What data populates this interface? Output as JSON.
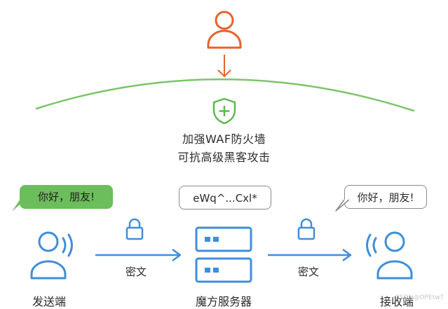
{
  "waf": {
    "line1": "加强WAF防火墙",
    "line2": "可抗高级黑客攻击"
  },
  "sender": {
    "message": "你好，朋友!",
    "label": "发送端"
  },
  "server": {
    "cipher": "eWq^...Cxl*",
    "label": "魔方服务器"
  },
  "receiver": {
    "message": "你好，朋友!",
    "label": "接收端"
  },
  "arrows": {
    "left_label": "密文",
    "right_label": "密文"
  },
  "watermark": "CSDN@OPEtwT",
  "colors": {
    "attacker": "#e8622c",
    "shield": "#5db84f",
    "arc": "#7cc46a",
    "accent_blue": "#3f8ed9",
    "bubble_green": "#6cbd5b"
  }
}
